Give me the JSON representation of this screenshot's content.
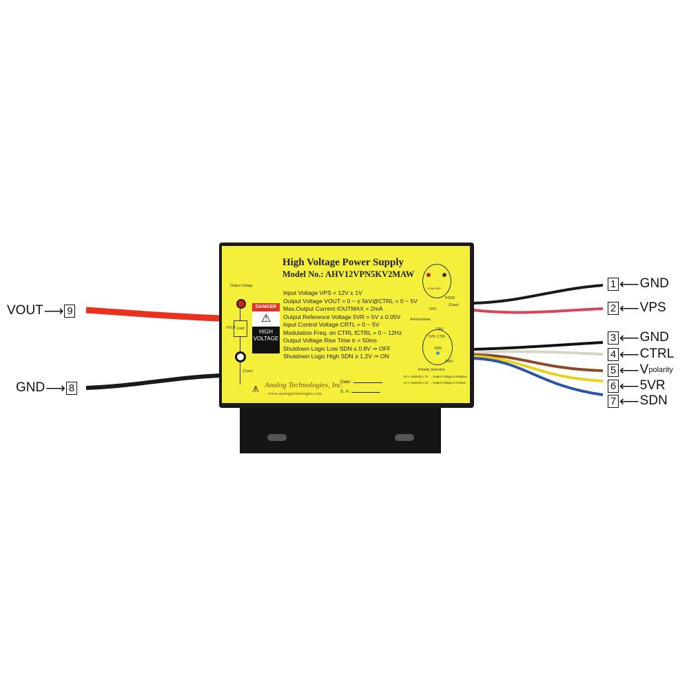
{
  "module": {
    "title": "High Voltage Power Supply",
    "model": "Model No.: AHV12VPN5KV2MAW",
    "output_voltage_label": "Output Voltage",
    "load_label": "Load",
    "vout_label": "VOUT",
    "case_label": "(Case)",
    "danger": {
      "header": "DANGER",
      "line1": "HIGH",
      "line2": "VOLTAGE"
    },
    "specs": [
      "Input Voltage VPS = 12V ± 1V",
      "Output Voltage VOUT = 0 ~ ± 5kV@CTRL = 0 ~ 5V",
      "Max.Output Current IOUTMAX = 2mA",
      "Output Reference Voltage 5VR = 5V ± 0.05V",
      "Input Control Voltage CRTL = 0 ~ 5V",
      "Modulation Freq. on CTRL fCTRL = 0 ~ 12Hz",
      "Output Voltage Rise Time tr = 50ms",
      "Shutdown Logic Low SDN ≤ 0.8V ⇒ OFF",
      "Shutdown Logic High SDN ≥ 1.2V ⇒ ON"
    ],
    "company": "Analog Technologies, Inc.",
    "website": "www.analogtechnologies.com",
    "date_label": "Date:",
    "sn_label": "S. #:",
    "schematic": {
      "cap": "470μF/50V",
      "vps": "VPS",
      "pgnd": "PGND",
      "case": "(Case)",
      "anticlockwise": "Anticlockwise",
      "pot": "10kΩ",
      "fiveVR": "5VR",
      "ctrl": "CTRL",
      "sdn": "SDN",
      "gnd": "GND",
      "polarity": "Polarity Selection",
      "note1": "0V ≤ Vpolarity ≤ 1V → Output Voltage is Negative",
      "note2": "2V ≤ Vpolarity ≤ 5V → Output Voltage is Positive"
    }
  },
  "pins_right": [
    {
      "num": "1",
      "name": "GND",
      "wire": "#1a1a1a"
    },
    {
      "num": "2",
      "name": "VPS",
      "wire": "#d8455a"
    },
    {
      "num": "3",
      "name": "GND",
      "wire": "#111111"
    },
    {
      "num": "4",
      "name": "CTRL",
      "wire": "#d9d4c8"
    },
    {
      "num": "5",
      "name": "V",
      "sub": "polarity",
      "wire": "#8a4a25"
    },
    {
      "num": "6",
      "name": "5VR",
      "wire": "#e8d21e"
    },
    {
      "num": "7",
      "name": "SDN",
      "wire": "#2a55a8"
    }
  ],
  "pins_left": [
    {
      "num": "9",
      "name": "VOUT",
      "wire": "#e8321e"
    },
    {
      "num": "8",
      "name": "GND",
      "wire": "#1a1a1a"
    }
  ]
}
